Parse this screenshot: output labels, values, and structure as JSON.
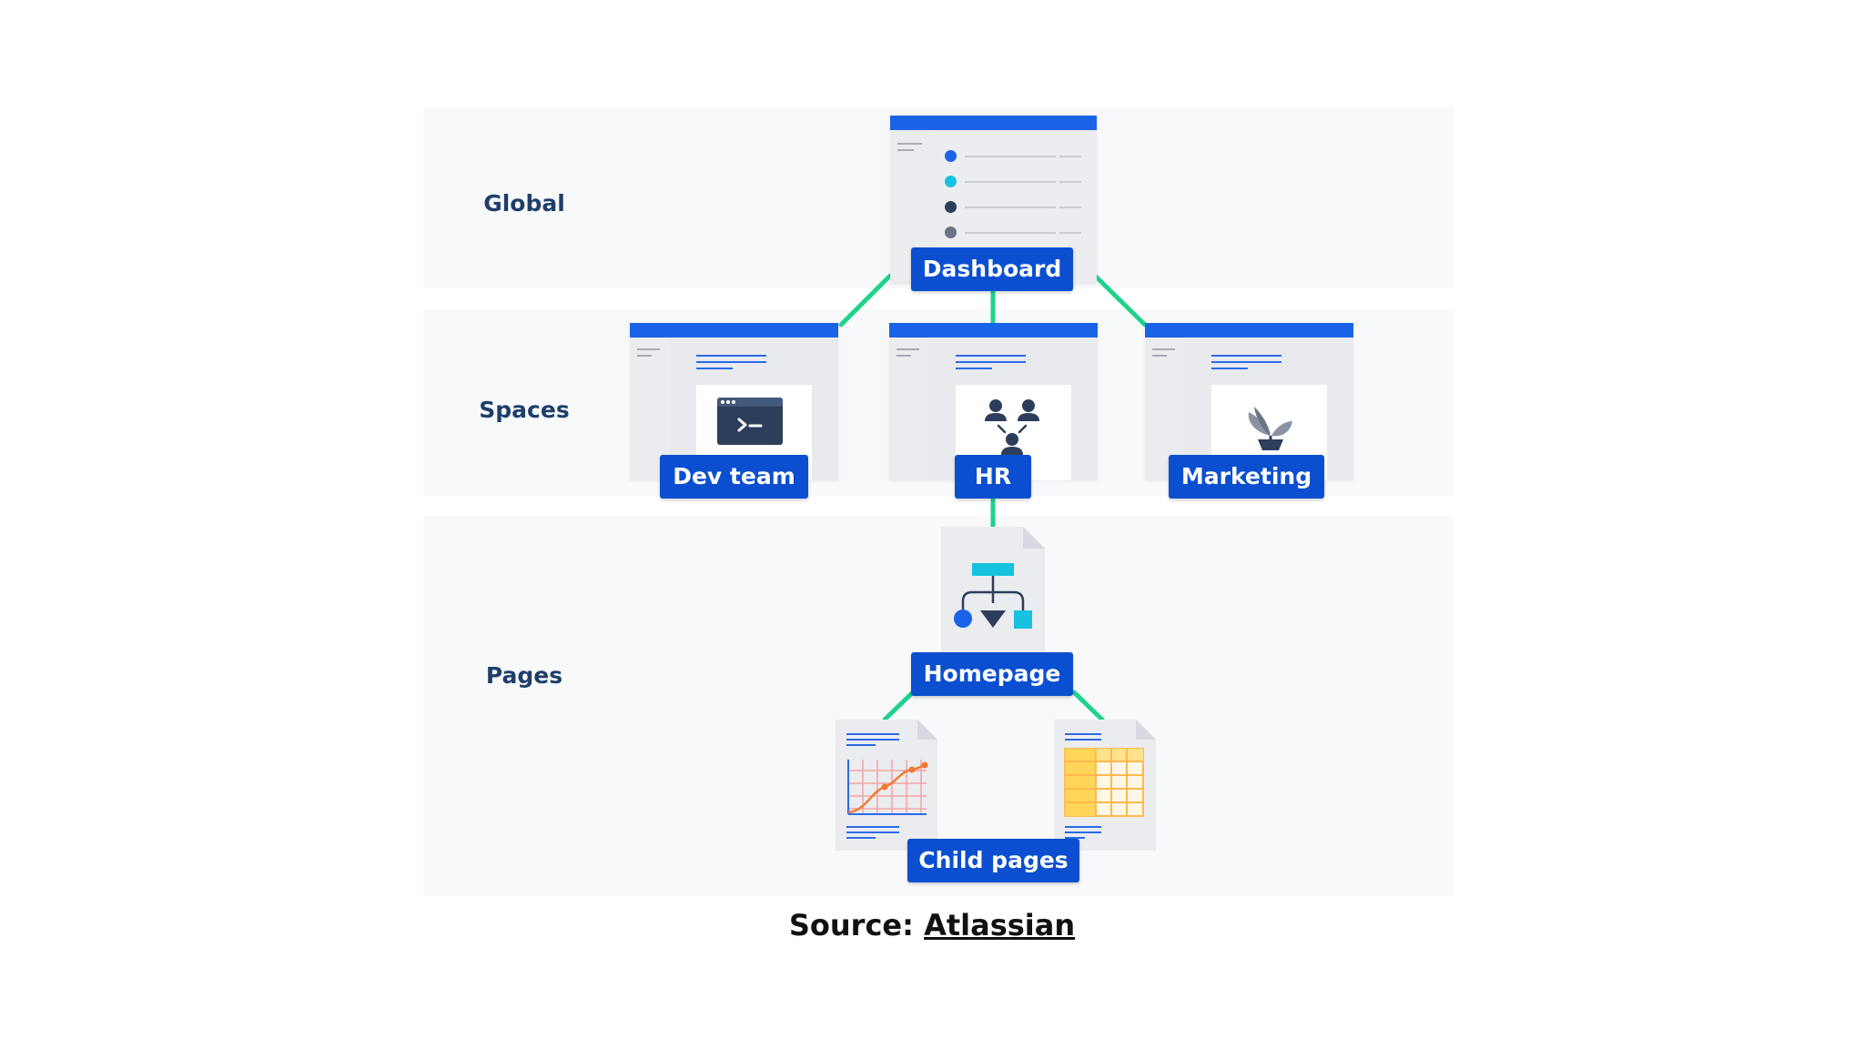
{
  "tiers": {
    "global": "Global",
    "spaces": "Spaces",
    "pages": "Pages"
  },
  "labels": {
    "dashboard": "Dashboard",
    "dev_team": "Dev team",
    "hr": "HR",
    "marketing": "Marketing",
    "homepage": "Homepage",
    "child_pages": "Child pages"
  },
  "source": {
    "prefix": "Source:",
    "link": "Atlassian"
  },
  "colors": {
    "brand_blue": "#0b4fd0",
    "window_bar": "#1a63e6",
    "connector_green": "#1fd38a",
    "tier_label": "#1f3f6a",
    "chart_orange": "#f07a33",
    "table_yellow": "#ffd659",
    "diagram_cyan": "#16c2e0"
  },
  "icons": {
    "dev_team": "terminal-icon",
    "hr": "people-org-icon",
    "marketing": "plant-icon",
    "homepage": "flowchart-icon",
    "child_page_1": "line-chart-icon",
    "child_page_2": "table-icon"
  }
}
